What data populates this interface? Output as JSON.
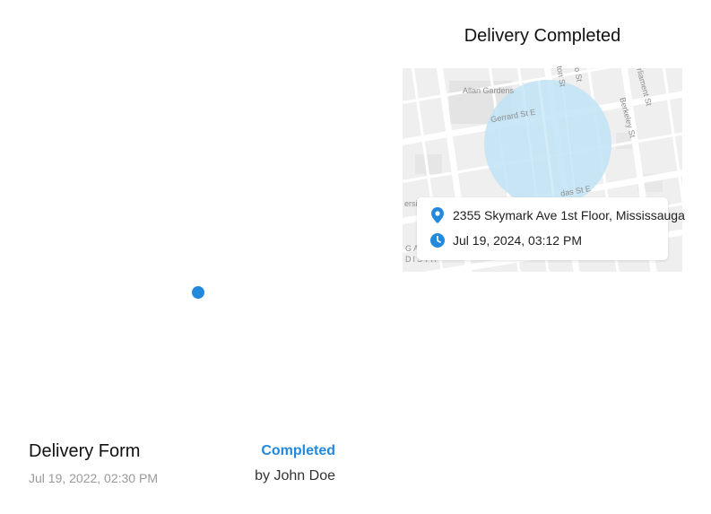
{
  "colors": {
    "accent": "#2389dc",
    "geofence_fill": "#bfe3f5"
  },
  "timeline": {
    "dot_icon": "timeline-dot"
  },
  "form_entry": {
    "title": "Delivery Form",
    "timestamp": "Jul 19, 2022, 02:30 PM",
    "status": "Completed",
    "author": "by John Doe"
  },
  "delivery_card": {
    "title": "Delivery Completed",
    "map": {
      "labels": {
        "park": "Allan Gardens",
        "gerrard": "Gerrard St E",
        "berkeley": "Berkeley St",
        "parliament": "rliament St",
        "street_top1": "ton St",
        "street_top2": "o St",
        "dundas": "das St E",
        "ersit": "ersit",
        "district1": "GA",
        "district2": "DISTR"
      }
    },
    "location_icon": "map-pin-icon",
    "address": "2355 Skymark Ave 1st Floor, Mississauga",
    "time_icon": "clock-icon",
    "time": "Jul 19, 2024, 03:12 PM"
  }
}
